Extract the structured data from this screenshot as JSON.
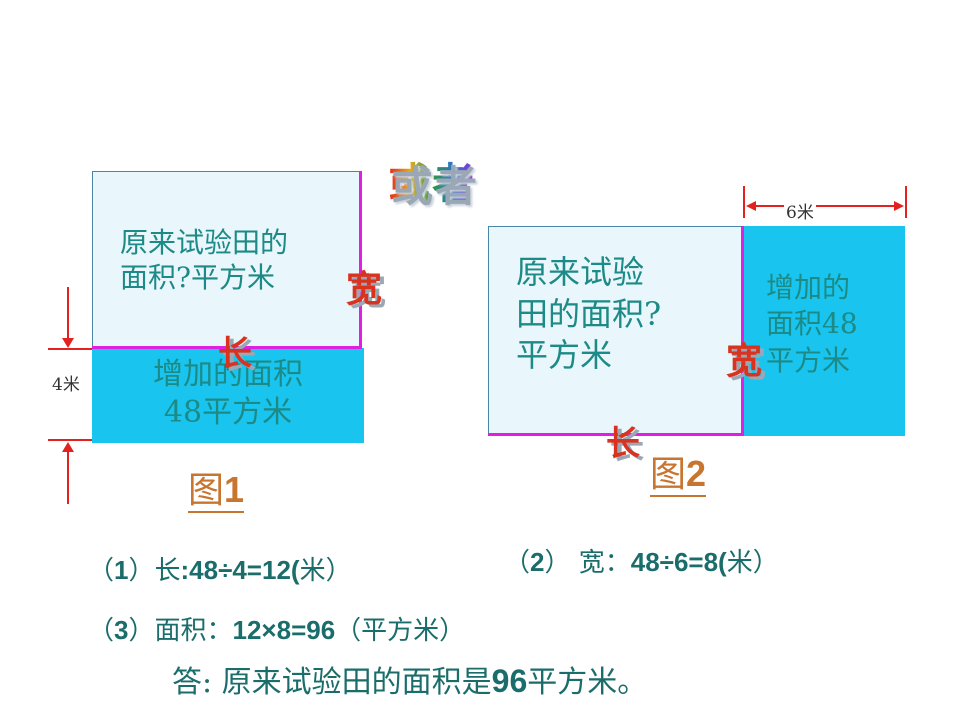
{
  "huozhe": "或者",
  "fig1": {
    "original_area_text": [
      "原来试验田的",
      "面积?平方米"
    ],
    "added_area_text": [
      "增加的面积",
      "48平方米"
    ],
    "width_label": "宽",
    "length_label": "长",
    "height_dimension": "4米",
    "figure_label_prefix": "图",
    "figure_label_number": "1"
  },
  "fig2": {
    "original_area_text": [
      "原来试验",
      "田的面积?",
      "平方米"
    ],
    "added_area_text": [
      "增加的",
      "面积48",
      "平方米"
    ],
    "width_label": "宽",
    "length_label": "长",
    "width_dimension": "6米",
    "figure_label_prefix": "图",
    "figure_label_number": "2"
  },
  "steps": {
    "step1": {
      "prefix": "（",
      "num": "1",
      "mid": "）长",
      "expr": ":48÷4=12(",
      "unit": "米）"
    },
    "step2": {
      "prefix": "（",
      "num": "2",
      "mid": "） 宽：",
      "expr": "48÷6=8(",
      "unit": "米）"
    },
    "step3": {
      "prefix": "（",
      "num": "3",
      "mid": "）面积：",
      "expr": "12×8=96",
      "unit": "（平方米）"
    },
    "answer": {
      "prefix": "答:  原来试验田的面积是",
      "value": "96",
      "suffix": "平方米。"
    }
  },
  "colors": {
    "original_fill": "#e9f6fb",
    "added_fill": "#19c5ee",
    "magenta_line": "#e020e0",
    "red_arrow": "#e3221f",
    "text_teal": "#1c8a86",
    "figure_label": "#c8752f"
  }
}
